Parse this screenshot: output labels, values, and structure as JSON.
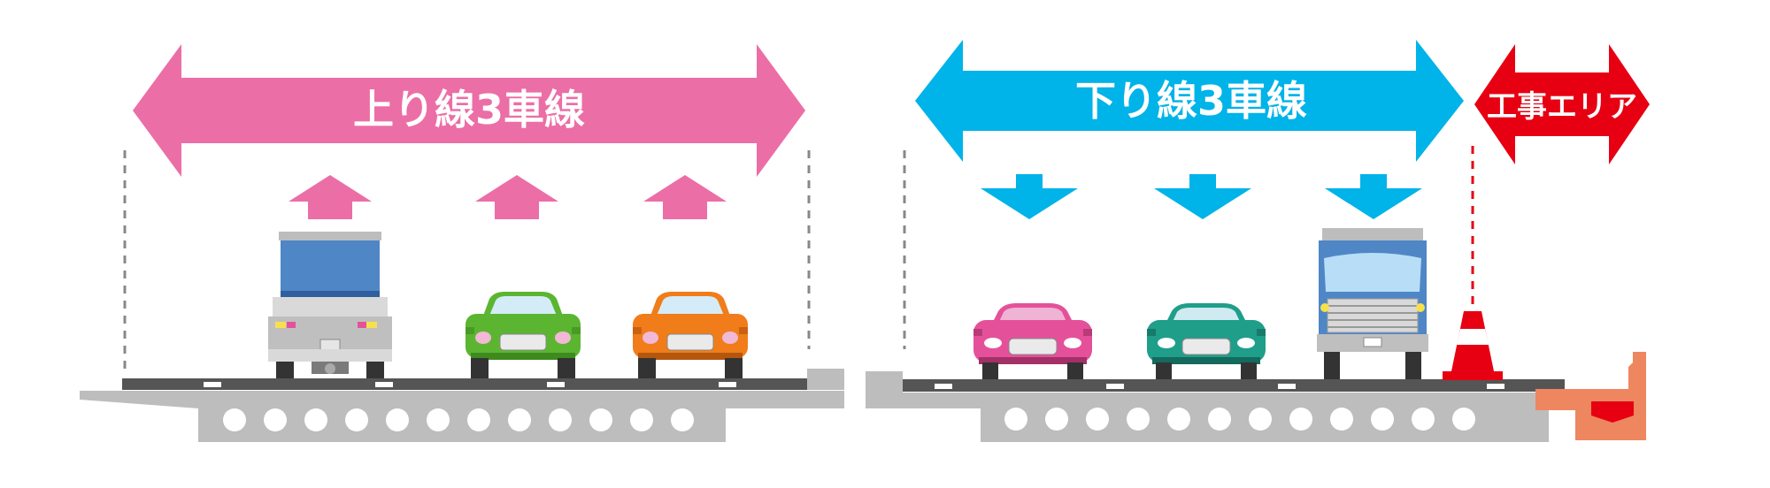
{
  "labels": {
    "up_lanes": "上り線3車線",
    "down_lanes": "下り線3車線",
    "work_area": "工事エリア"
  },
  "colors": {
    "up": "#EC6EA6",
    "down": "#00B3E8",
    "work": "#E60012",
    "deck": "#BDBDBD",
    "asphalt": "#555555",
    "barrier_orange": "#EE8660",
    "truck_blue_up": "#4F86C6",
    "truck_blue_down": "#B8DDF6",
    "car_green": "#5CB531",
    "car_orange": "#F07D1A",
    "car_pink": "#E4519A",
    "car_teal": "#1F9E8A",
    "cone_red": "#E60012"
  },
  "vehicles": {
    "up": [
      "truck",
      "green-car",
      "orange-car"
    ],
    "down": [
      "pink-car",
      "teal-car",
      "truck"
    ]
  }
}
